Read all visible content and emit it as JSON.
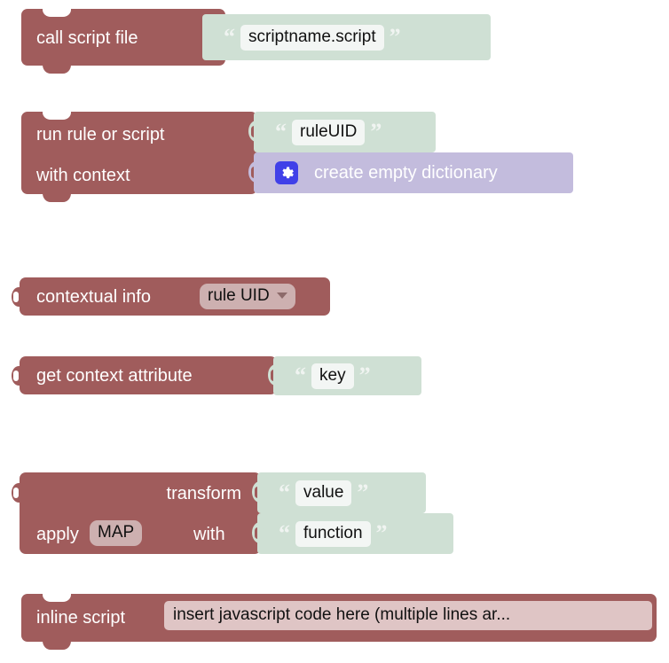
{
  "editor": {
    "name": "blockly-workspace",
    "background_color": "#ffffff",
    "block_color": "#a05c5c",
    "text_block_color": "#cfe0d4",
    "dict_block_color": "#c3bcdd",
    "field_color": "#f3f6f4",
    "mutator_color": "#4040e8"
  },
  "blocks": [
    {
      "id": "call-script-file",
      "kind": "statement",
      "rows": [
        {
          "label": "call script file",
          "value_type": "text",
          "value": "scriptname.script"
        }
      ]
    },
    {
      "id": "run-rule-or-script",
      "kind": "statement",
      "rows": [
        {
          "label": "run rule or script",
          "value_type": "text",
          "value": "ruleUID"
        },
        {
          "label": "with context",
          "value_type": "dictionary",
          "value": "create empty dictionary"
        }
      ]
    },
    {
      "id": "contextual-info",
      "kind": "value",
      "rows": [
        {
          "label": "contextual info",
          "value_type": "dropdown",
          "value": "rule UID"
        }
      ]
    },
    {
      "id": "get-context-attribute",
      "kind": "value",
      "rows": [
        {
          "label": "get context attribute",
          "value_type": "text",
          "value": "key"
        }
      ]
    },
    {
      "id": "transform",
      "kind": "value",
      "rows": [
        {
          "label": "transform",
          "value_type": "text",
          "value": "value"
        },
        {
          "label_before": "apply",
          "field": "MAP",
          "label_after": "with",
          "value_type": "text",
          "value": "function"
        }
      ]
    },
    {
      "id": "inline-script",
      "kind": "statement",
      "rows": [
        {
          "label": "inline script",
          "value_type": "code",
          "value": "insert javascript code here (multiple lines ar..."
        }
      ]
    }
  ],
  "labels": {
    "call_script_file": "call script file",
    "script_name": "scriptname.script",
    "run_rule_or_script": "run rule or script",
    "rule_uid": "ruleUID",
    "with_context": "with context",
    "create_empty_dictionary": "create empty dictionary",
    "contextual_info": "contextual info",
    "rule_uid_option": "rule UID",
    "get_context_attribute": "get context attribute",
    "key": "key",
    "transform": "transform",
    "value": "value",
    "apply": "apply",
    "map": "MAP",
    "with": "with",
    "function": "function",
    "inline_script": "inline script",
    "code_placeholder": "insert javascript code here (multiple lines ar...",
    "quote_open": "“",
    "quote_close": "”"
  },
  "icons": {
    "gear": "gear-icon",
    "dropdown": "chevron-down-icon"
  }
}
